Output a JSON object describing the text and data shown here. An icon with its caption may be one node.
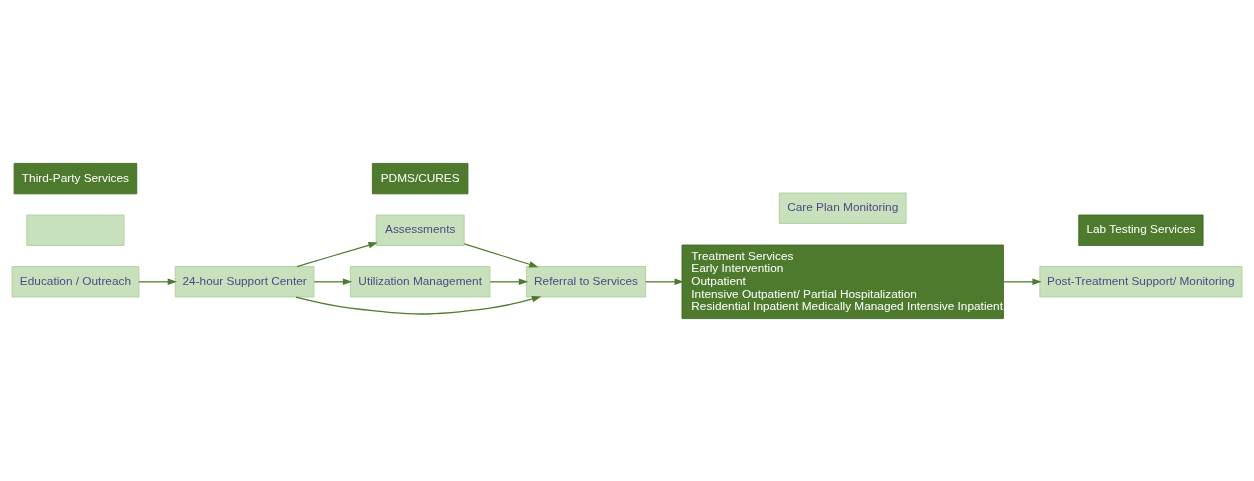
{
  "diagram": {
    "nodes": [
      {
        "text": [
          "Education / Outreach"
        ]
      },
      {
        "text": [
          "24-hour Support Center"
        ]
      },
      {
        "text": [
          "Assessments"
        ]
      },
      {
        "text": [
          "Utilization Management"
        ]
      },
      {
        "text": [
          "PDMS/CURES"
        ]
      },
      {
        "text": [
          "Referral to Services"
        ]
      },
      {
        "text": [
          "Treatment Services",
          "Early Intervention",
          "Outpatient",
          "Intensive Outpatient/ Partial Hospitalization",
          "Residential Inpatient Medically Managed Intensive Inpatient"
        ]
      },
      {
        "text": [
          "Care Plan Monitoring"
        ]
      },
      {
        "text": [
          "Post-Treatment Support/ Monitoring"
        ]
      },
      {
        "text": [
          "Lab Testing Services"
        ]
      },
      {
        "text": [],
        "shape": "box"
      },
      {
        "text": [
          "Third-Party Services"
        ]
      }
    ],
    "edges": [
      {
        "from": 0,
        "to": 1,
        "arrow": "to"
      },
      {
        "from": 1,
        "to": 2,
        "arrow": "to"
      },
      {
        "from": 1,
        "to": 5,
        "arrow": "to"
      },
      {
        "from": 1,
        "to": 3,
        "arrow": "to"
      },
      {
        "from": 2,
        "to": 5,
        "arrow": "to"
      },
      {
        "from": 3,
        "to": 5,
        "arrow": "to"
      },
      {
        "from": 5,
        "to": 6,
        "arrow": "to"
      },
      {
        "from": 6,
        "to": 8,
        "arrow": "to"
      }
    ]
  }
}
